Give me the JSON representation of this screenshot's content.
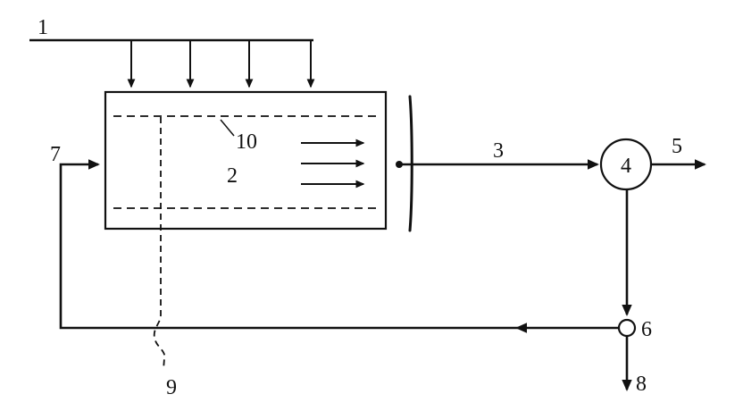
{
  "diagram": {
    "title": "process-flow-schematic",
    "labels": {
      "l1": "1",
      "l2": "2",
      "l3": "3",
      "l4": "4",
      "l5": "5",
      "l6": "6",
      "l7": "7",
      "l8": "8",
      "l9": "9",
      "l10": "10"
    },
    "colors": {
      "line": "#111111",
      "background": "#ffffff"
    }
  }
}
